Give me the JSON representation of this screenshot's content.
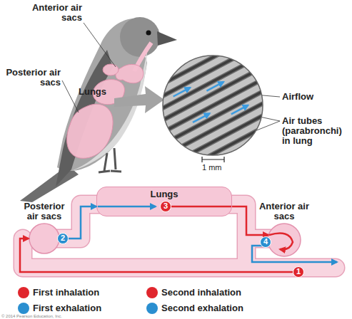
{
  "diagram": {
    "nodes": [
      {
        "text": [
          "Posterior air sacs"
        ]
      },
      {
        "text": [
          "Lungs"
        ]
      },
      {
        "text": [
          "Anterior air sacs"
        ]
      }
    ],
    "edges": [
      {
        "from": 0,
        "to": 1,
        "arrow": "to"
      },
      {
        "from": 1,
        "to": 2,
        "arrow": "to"
      }
    ],
    "labels": [
      "Anterior air sacs",
      "Posterior air sacs",
      "Lungs",
      "Airflow",
      "Air tubes (parabronchi) in lung",
      "1 mm",
      "2",
      "3",
      "4",
      "1",
      "1",
      "2",
      "3",
      "4",
      "© 2014 Pearson Education, Inc."
    ],
    "legend": [
      {
        "text": "First inhalation",
        "color": "#e0262d"
      },
      {
        "text": "First exhalation",
        "color": "#2a8fd0"
      },
      {
        "text": "Second inhalation",
        "color": "#e0262d"
      },
      {
        "text": "Second exhalation",
        "color": "#2a8fd0"
      }
    ]
  }
}
